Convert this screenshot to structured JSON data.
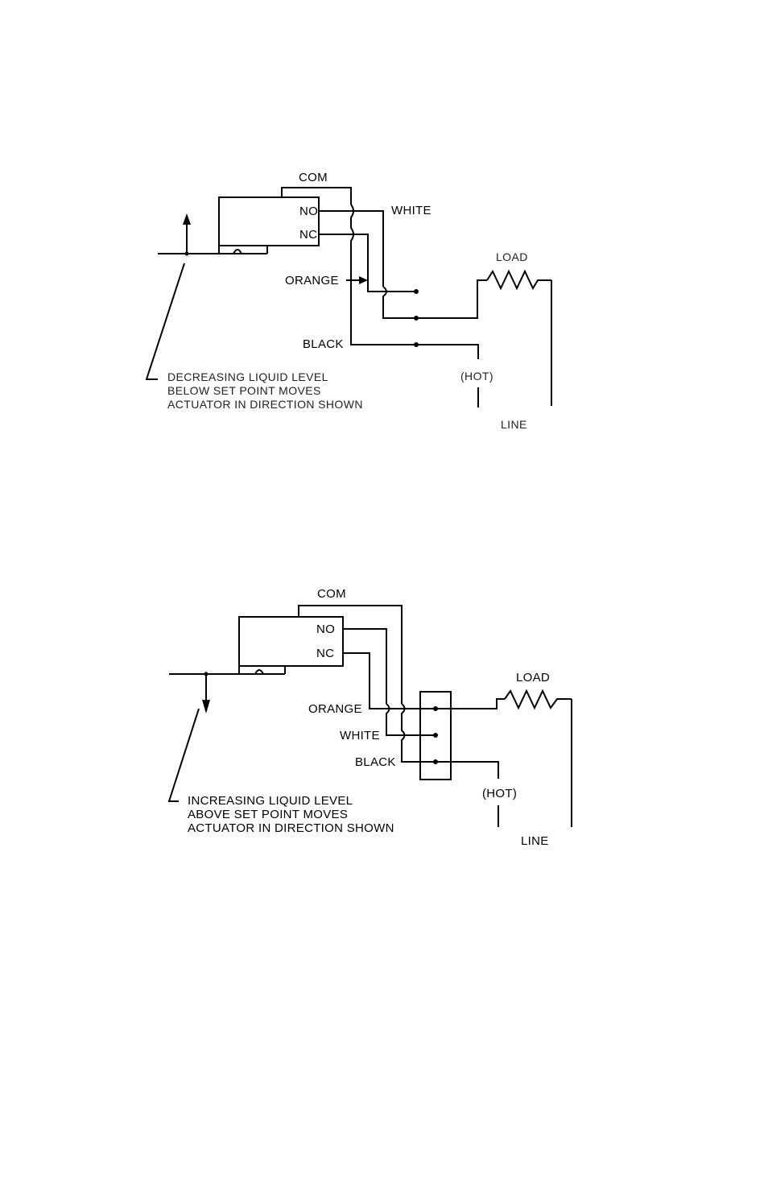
{
  "diagram_top": {
    "com_label": "COM",
    "no_label": "NO",
    "nc_label": "NC",
    "white_label": "WHITE",
    "orange_label": "ORANGE",
    "black_label": "BLACK",
    "load_label": "LOAD",
    "hot_label": "(HOT)",
    "line_label": "LINE",
    "note_lines": [
      "DECREASING LIQUID LEVEL",
      "BELOW SET POINT MOVES",
      "ACTUATOR IN DIRECTION SHOWN"
    ]
  },
  "diagram_bottom": {
    "com_label": "COM",
    "no_label": "NO",
    "nc_label": "NC",
    "orange_label": "ORANGE",
    "white_label": "WHITE",
    "black_label": "BLACK",
    "load_label": "LOAD",
    "hot_label": "(HOT)",
    "line_label": "LINE",
    "note_lines": [
      "INCREASING LIQUID LEVEL",
      "ABOVE SET POINT MOVES",
      "ACTUATOR IN DIRECTION SHOWN"
    ]
  }
}
